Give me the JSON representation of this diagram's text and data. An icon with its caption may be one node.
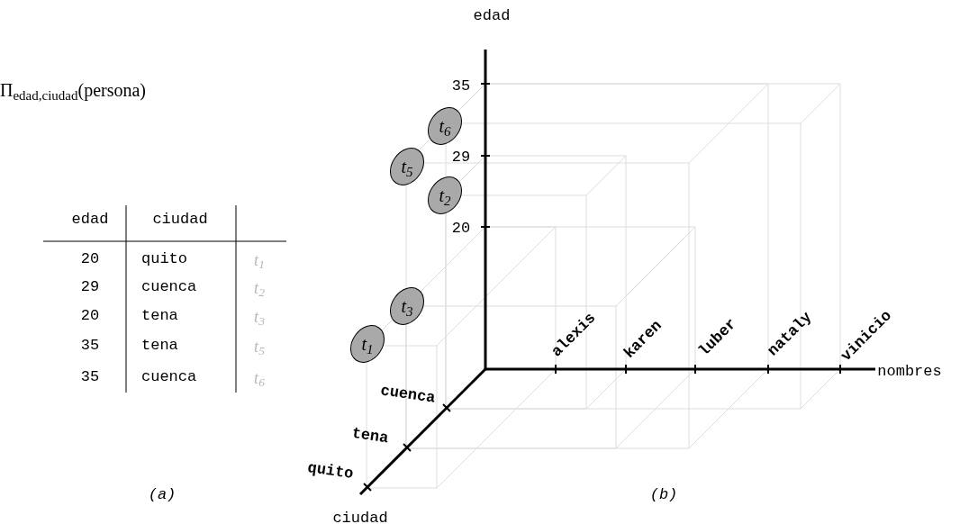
{
  "diagram": {
    "nodes": [
      {
        "text": [
          "t$_{6}$"
        ]
      },
      {
        "text": [
          "t$_{5}$"
        ]
      },
      {
        "text": [
          "t$_{2}$"
        ]
      },
      {
        "text": [
          "t$_{3}$"
        ]
      },
      {
        "text": [
          "t$_{1}$"
        ]
      }
    ],
    "edges": [],
    "labels": [
      "Π$_{edad,ciudad}$(persona)",
      "edad",
      "ciudad",
      "20",
      "quito",
      "t$_{1}$",
      "29",
      "cuenca",
      "t$_{2}$",
      "20",
      "tena",
      "t$_{3}$",
      "35",
      "tena",
      "t$_{5}$",
      "35",
      "cuenca",
      "t$_{6}$",
      "(a)",
      "edad",
      "35",
      "29",
      "20",
      "alexis",
      "karen",
      "luber",
      "nataly",
      "vinicio",
      "nombres",
      "cuenca",
      "tena",
      "quito",
      "ciudad",
      "(b)"
    ]
  }
}
